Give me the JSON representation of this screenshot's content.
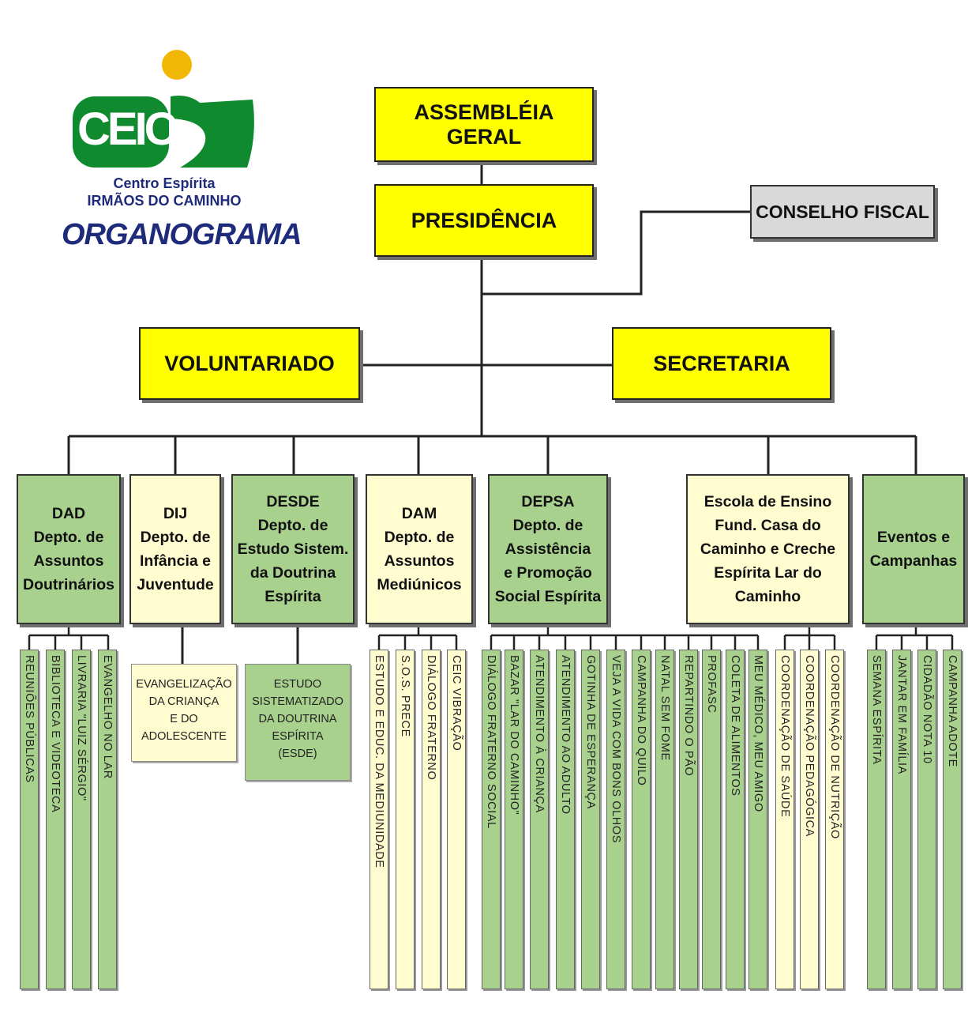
{
  "logo": {
    "mark": "CEIC",
    "line1": "Centro Espírita",
    "line2": "IRMÃOS DO CAMINHO",
    "title": "ORGANOGRAMA",
    "colors": {
      "green": "#0f8a2e",
      "sun": "#f2b705",
      "navy": "#1e2a7a"
    }
  },
  "top": {
    "assembleia": "ASSEMBLÉIA GERAL",
    "presidencia": "PRESIDÊNCIA",
    "conselho": "CONSELHO FISCAL",
    "voluntariado": "VOLUNTARIADO",
    "secretaria": "SECRETARIA"
  },
  "departments": [
    {
      "label": "DAD\nDepto. de\nAssuntos\nDoutrinários",
      "color": "green"
    },
    {
      "label": "DIJ\nDepto. de\nInfância e\nJuventude",
      "color": "cream"
    },
    {
      "label": "DESDE\nDepto. de\nEstudo Sistem.\nda Doutrina\nEspírita",
      "color": "green"
    },
    {
      "label": "DAM\nDepto. de\nAssuntos\nMediúnicos",
      "color": "cream"
    },
    {
      "label": "DEPSA\nDepto. de\nAssistência\ne Promoção\nSocial Espírita",
      "color": "green"
    },
    {
      "label": "Escola de Ensino\nFund. Casa do\nCaminho e Creche\nEspírita Lar do\nCaminho",
      "color": "cream"
    },
    {
      "label": "Eventos e\nCampanhas",
      "color": "green"
    }
  ],
  "notes": [
    {
      "label": "EVANGELIZAÇÃO\nDA CRIANÇA\nE DO\nADOLESCENTE",
      "color": "cream"
    },
    {
      "label": "ESTUDO\nSISTEMATIZADO\nDA DOUTRINA\nESPÍRITA\n(ESDE)",
      "color": "green"
    }
  ],
  "subitems": {
    "dad": [
      "REUNIÕES PÚBLICAS",
      "BIBLIOTECA E VIDEOTECA",
      "LIVRARIA \"LUIZ SÉRGIO\"",
      "EVANGELHO NO LAR"
    ],
    "dam": [
      "ESTUDO E EDUC. DA MEDIUNIDADE",
      "S.O.S. PRECE",
      "DIÁLOGO FRATERNO",
      "CEIC VIBRAÇÃO"
    ],
    "depsa": [
      "DIÁLOGO FRATERNO SOCIAL",
      "BAZAR \"LAR DO CAMINHO\"",
      "ATENDIMENTO À CRIANÇA",
      "ATENDIMENTO AO ADULTO",
      "GOTINHA DE ESPERANÇA",
      "VEJA A VIDA COM BONS OLHOS",
      "CAMPANHA DO QUILO",
      "NATAL SEM FOME",
      "REPARTINDO O PÃO",
      "PROFASC",
      "COLETA DE ALIMENTOS",
      "MEU MÉDICO, MEU AMIGO"
    ],
    "escola": [
      "COORDENAÇÃO DE SAÚDE",
      "COORDENAÇÃO PEDAGÓGICA",
      "COORDENAÇÃO DE NUTRIÇÃO"
    ],
    "eventos": [
      "SEMANA ESPÍRITA",
      "JANTAR EM FAMÍLIA",
      "CIDADÃO NOTA 10",
      "CAMPANHA ADOTE"
    ]
  }
}
